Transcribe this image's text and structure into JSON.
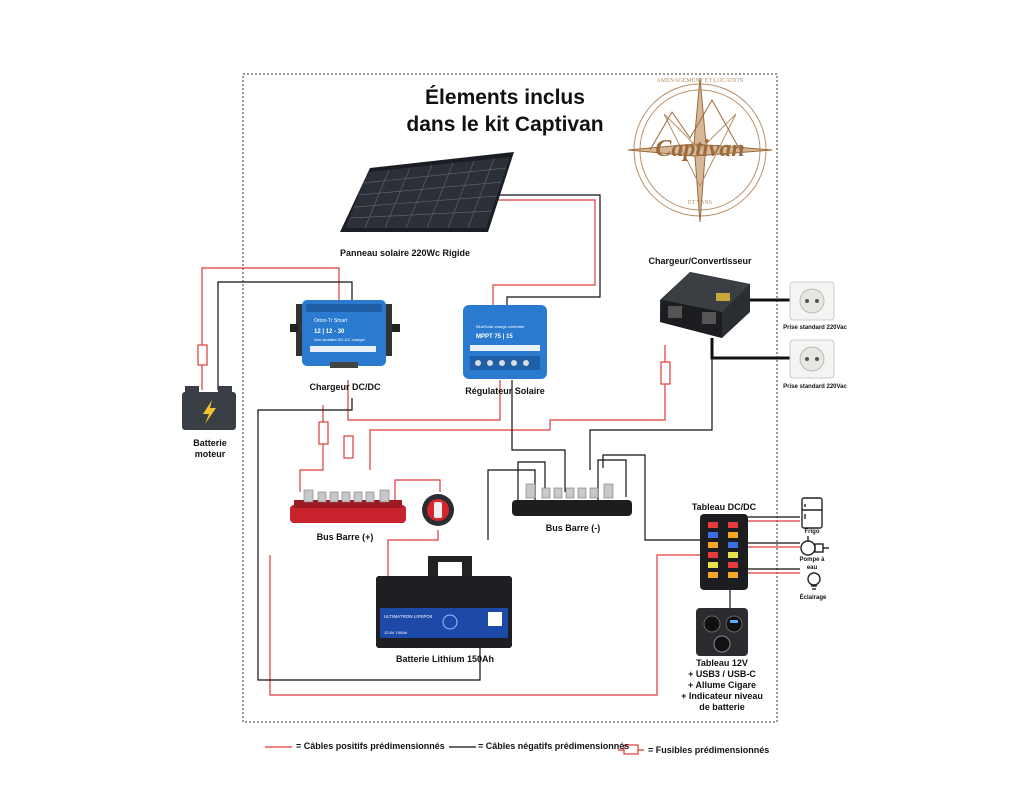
{
  "title": {
    "line1": "Élements inclus",
    "line2": "dans le kit Captivan"
  },
  "logo": {
    "name": "Captivan",
    "arc_text": "AMÉNAGEMENT ET LOCATION",
    "sub_text": "ET VANS"
  },
  "components": {
    "solar_panel": "Panneau solaire 220Wc Rigide",
    "dcdc_charger": "Chargeur DC/DC",
    "solar_regulator": "Régulateur Solaire",
    "inverter_charger": "Chargeur/Convertisseur",
    "outlet_1": "Prise standard 220Vac",
    "outlet_2": "Prise standard 220Vac",
    "engine_battery": [
      "Batterie",
      "moteur"
    ],
    "bus_plus": "Bus Barre (+)",
    "bus_minus": "Bus Barre (-)",
    "lithium_battery": "Batterie Lithium 150Ah",
    "dc_panel": "Tableau DC/DC",
    "fridge": "Frigo",
    "water_pump": [
      "Pompe à",
      "eau"
    ],
    "lighting": "Éclairage",
    "panel_12v": [
      "Tableau 12V",
      "+ USB3 / USB-C",
      "+ Allume Cigare",
      "+ Indicateur niveau",
      "de batterie"
    ]
  },
  "device_text": {
    "dcdc_name": "Orion-Tr Smart",
    "dcdc_model": "12 | 12 - 30",
    "dcdc_sub": "Non-isolated DC-DC charger",
    "mppt_name": "BlueSolar charge controller",
    "mppt_model": "MPPT 75 | 15",
    "battery_brand": "ULTIMATRON LIFEPO4",
    "battery_spec": "12.8V 150Ah"
  },
  "legend": {
    "positive": "= Câbles positifs prédimensionnés",
    "negative": "= Câbles négatifs prédimensionnés",
    "fuses": "= Fusibles prédimensionnés"
  },
  "colors": {
    "positive": "#e03a3a",
    "negative": "#111111",
    "victron_blue": "#2a7bd0",
    "bus_red": "#c8232c",
    "logo": "#b89068"
  }
}
